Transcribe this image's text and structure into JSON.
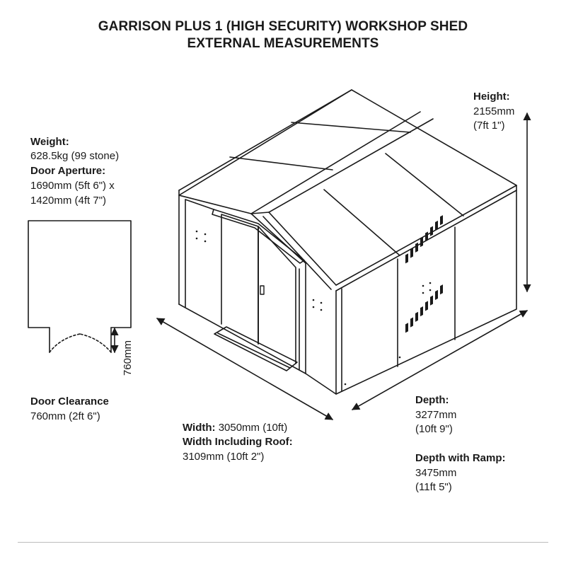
{
  "title": {
    "line1": "GARRISON PLUS 1 (HIGH SECURITY) WORKSHOP SHED",
    "line2": "EXTERNAL MEASUREMENTS"
  },
  "weight": {
    "label": "Weight:",
    "value": "628.5kg (99 stone)"
  },
  "door_aperture": {
    "label": "Door Aperture:",
    "value_line1": "1690mm (5ft 6\") x",
    "value_line2": "1420mm (4ft 7\")"
  },
  "door_clearance": {
    "label": "Door Clearance",
    "value": "760mm (2ft 6\")",
    "dimension_label": "760mm"
  },
  "height": {
    "label": "Height:",
    "value_mm": "2155mm",
    "value_ft": "(7ft 1\")"
  },
  "width": {
    "label": "Width:",
    "value": "3050mm (10ft)",
    "roof_label": "Width Including Roof:",
    "roof_value": "3109mm (10ft 2\")"
  },
  "depth": {
    "label": "Depth:",
    "value_mm": "3277mm",
    "value_ft": "(10ft 9\")"
  },
  "depth_ramp": {
    "label": "Depth with Ramp:",
    "value_mm": "3475mm",
    "value_ft": "(11ft 5\")"
  },
  "colors": {
    "line": "#1a1a1a",
    "rule": "#bdbdbd"
  }
}
